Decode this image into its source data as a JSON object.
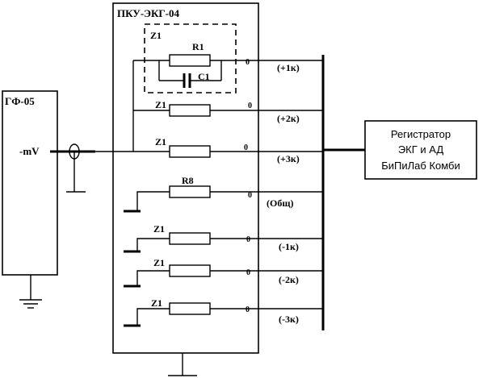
{
  "generator": {
    "label": "ГФ-05",
    "output_label": "-mV"
  },
  "unit": {
    "label": "ПКУ-ЭКГ-04",
    "z_group_label": "Z1",
    "r1_label": "R1",
    "c1_label": "C1",
    "r8_label": "R8",
    "z_label": "Z1",
    "zero_mark": "0"
  },
  "outputs": [
    {
      "label": "(+1к)"
    },
    {
      "label": "(+2к)"
    },
    {
      "label": "(+3к)"
    },
    {
      "label": "(Общ)"
    },
    {
      "label": "(-1к)"
    },
    {
      "label": "(-2к)"
    },
    {
      "label": "(-3к)"
    }
  ],
  "recorder": {
    "line1": "Регистратор",
    "line2": "ЭКГ и АД",
    "line3": "БиПиЛаб Комби"
  }
}
